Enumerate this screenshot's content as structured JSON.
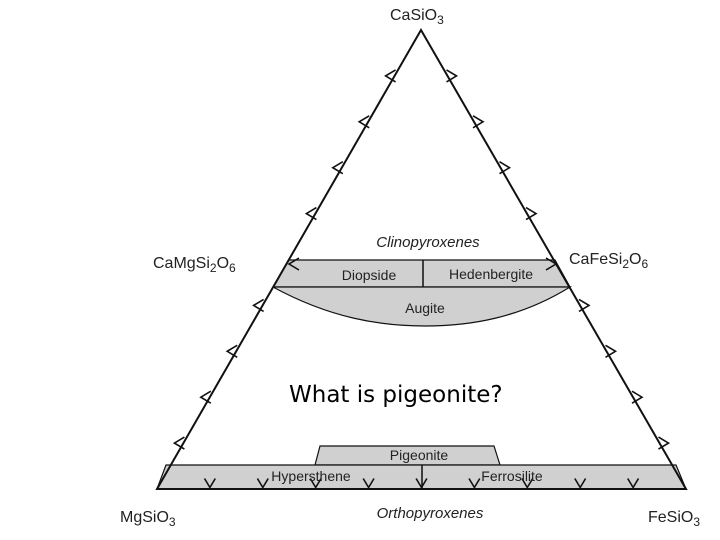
{
  "diagram": {
    "apex_formula": {
      "base": "CaSiO",
      "sub": "3"
    },
    "left_mid_formula": {
      "base": "CaMgSi",
      "sub1": "2",
      "mid": "O",
      "sub2": "6"
    },
    "right_mid_formula": {
      "base": "CaFeSi",
      "sub1": "2",
      "mid": "O",
      "sub2": "6"
    },
    "bottom_left_formula": {
      "base": "MgSiO",
      "sub": "3"
    },
    "bottom_right_formula": {
      "base": "FeSiO",
      "sub": "3"
    },
    "clinopyroxenes_label": "Clinopyroxenes",
    "orthopyroxenes_label": "Orthopyroxenes",
    "fields": {
      "diopside": "Diopside",
      "hedenbergite": "Hedenbergite",
      "augite": "Augite",
      "pigeonite": "Pigeonite",
      "hypersthene": "Hypersthene",
      "ferrosilite": "Ferrosilite"
    },
    "field_fill_color": "#d0d0d0",
    "line_color": "#111111"
  },
  "question_text": "What is pigeonite?"
}
